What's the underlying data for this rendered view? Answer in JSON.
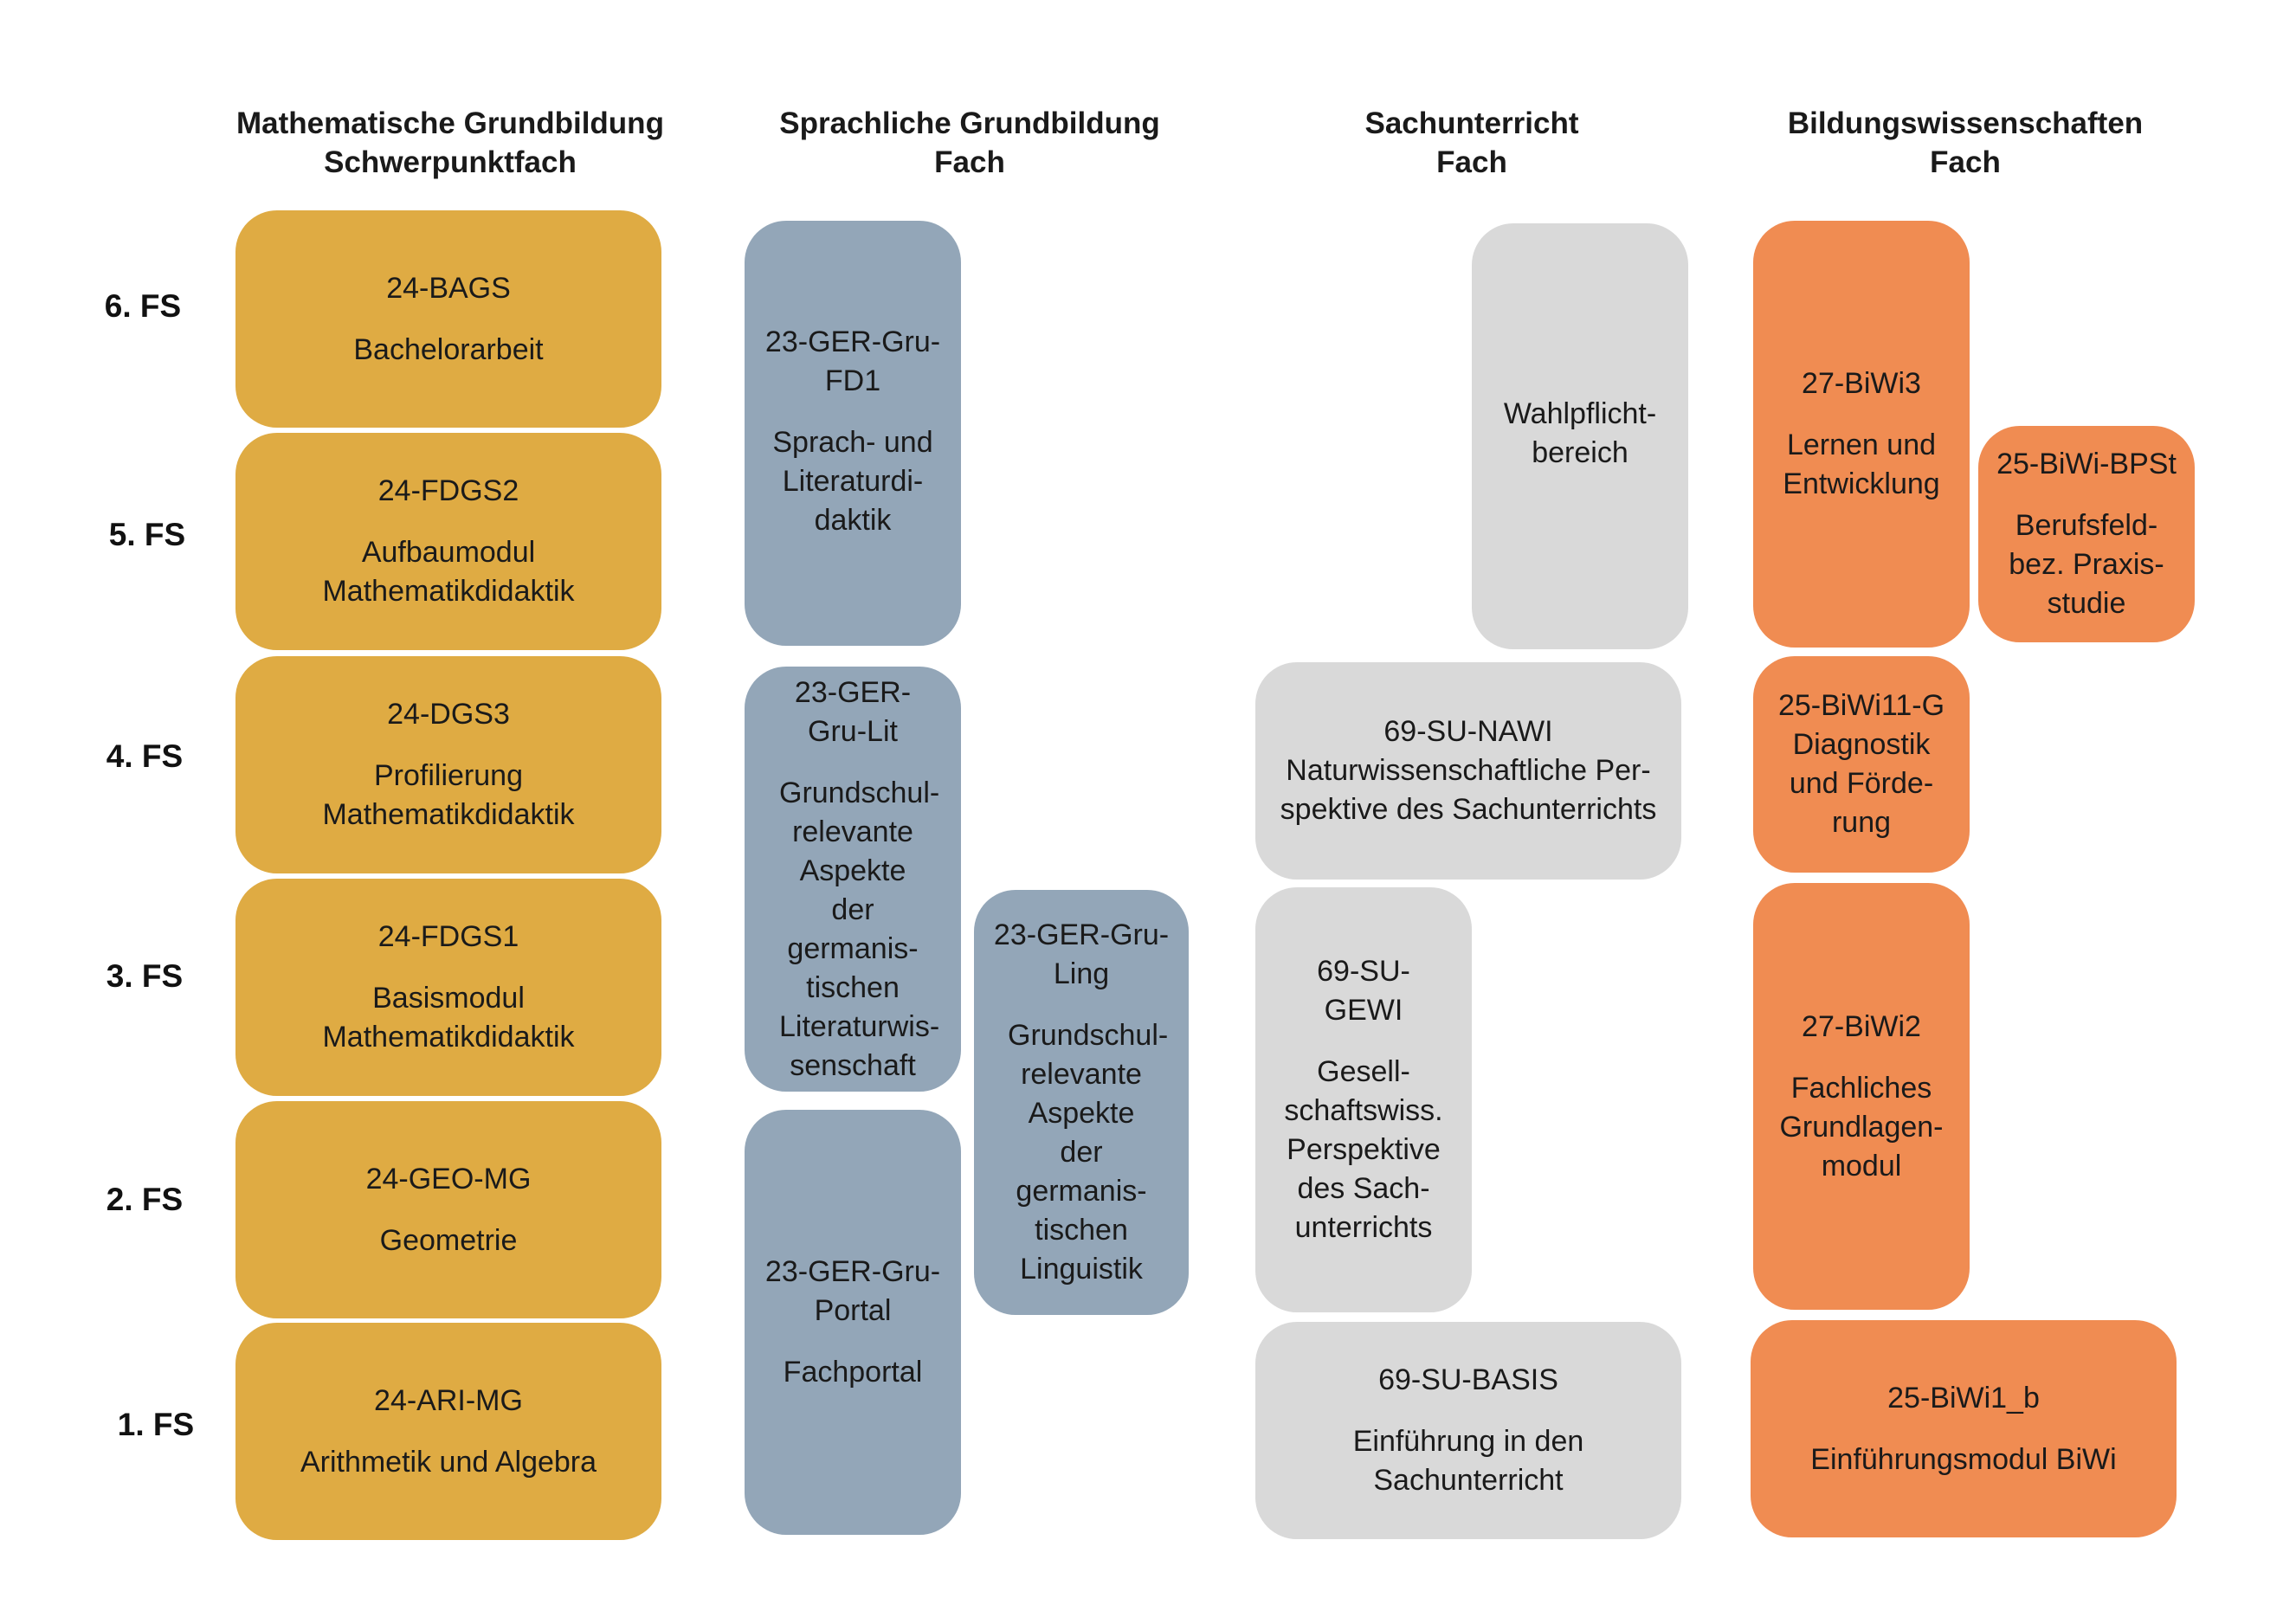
{
  "columns": [
    {
      "line1": "Mathematische Grundbildung",
      "line2": "Schwerpunktfach"
    },
    {
      "line1": "Sprachliche Grundbildung",
      "line2": "Fach"
    },
    {
      "line1": "Sachunterricht",
      "line2": "Fach"
    },
    {
      "line1": "Bildungswissenschaften",
      "line2": "Fach"
    }
  ],
  "semesters": [
    "6. FS",
    "5. FS",
    "4. FS",
    "3. FS",
    "2. FS",
    "1. FS"
  ],
  "colors": {
    "mathematik": "#dfab43",
    "sprache": "#93a6b8",
    "sachunterricht": "#d9d9d9",
    "bildungswissenschaften": "#f08c52"
  },
  "modules": {
    "math": [
      {
        "code": "24-BAGS",
        "desc": "Bachelorarbeit"
      },
      {
        "code": "24-FDGS2",
        "desc": "Aufbaumodul Mathematikdidaktik"
      },
      {
        "code": "24-DGS3",
        "desc": "Profilierung Mathematikdidaktik"
      },
      {
        "code": "24-FDGS1",
        "desc": "Basismodul Mathematikdidaktik"
      },
      {
        "code": "24-GEO-MG",
        "desc": "Geometrie"
      },
      {
        "code": "24-ARI-MG",
        "desc": "Arithmetik und Algebra"
      }
    ],
    "sprache": [
      {
        "code": "23-GER-Gru-FD1",
        "desc": "Sprach- und Literaturdi-daktik"
      },
      {
        "code": "23-GER-Gru-Lit",
        "desc": "Grundschul-relevante Aspekte der germanis-tischen Literaturwis-senschaft"
      },
      {
        "code": "23-GER-Gru-Portal",
        "desc": "Fachportal"
      },
      {
        "code": "23-GER-Gru-Ling",
        "desc": "Grundschul-relevante Aspekte der germanis-tischen Linguistik"
      }
    ],
    "sach": [
      {
        "code": "",
        "desc": "Wahlpflicht-bereich"
      },
      {
        "code": "69-SU-NAWI",
        "desc": "Naturwissenschaftliche Per-spektive des Sachunterrichts"
      },
      {
        "code": "69-SU-GEWI",
        "desc": "Gesell-schaftswiss. Perspektive des Sach-unterrichts"
      },
      {
        "code": "69-SU-BASIS",
        "desc": "Einführung in den Sachunterricht"
      }
    ],
    "biwi": [
      {
        "code": "27-BiWi3",
        "desc": "Lernen und Entwicklung"
      },
      {
        "code": "25-BiWi-BPSt",
        "desc": "Berufsfeld-bez. Praxis-studie"
      },
      {
        "code": "25-BiWi11-G",
        "desc": "Diagnostik und Förde-rung"
      },
      {
        "code": "27-BiWi2",
        "desc": "Fachliches Grundlagen-modul"
      },
      {
        "code": "25-BiWi1_b",
        "desc": "Einführungsmodul BiWi"
      }
    ]
  }
}
